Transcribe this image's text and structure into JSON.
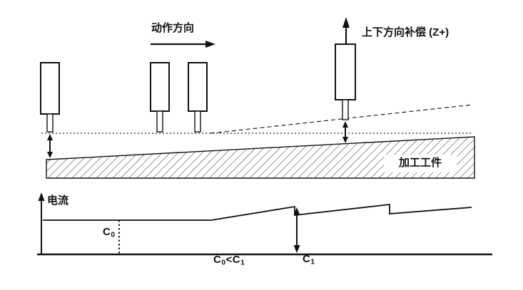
{
  "scene": {
    "motion_direction_label": "动作方向",
    "z_compensation_label": "上下方向补偿 (Z+)",
    "workpiece_label": "加工工件"
  },
  "graph": {
    "y_axis_label": "电流",
    "c0": {
      "base": "C",
      "sub": "0"
    },
    "comparison": {
      "lhs": "C",
      "lhs_sub": "0",
      "op": "<",
      "rhs": "C",
      "rhs_sub": "1"
    },
    "c1": {
      "base": "C",
      "sub": "1"
    }
  },
  "colors": {
    "ink": "#111111",
    "background": "#ffffff"
  }
}
